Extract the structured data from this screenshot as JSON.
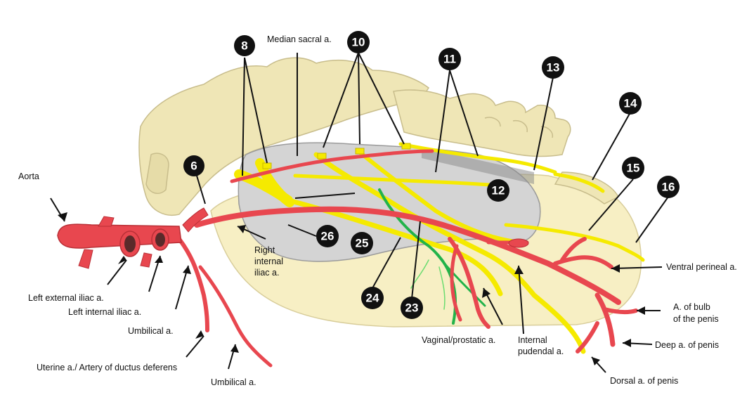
{
  "colors": {
    "artery": "#e8474f",
    "artery_dark": "#b92f36",
    "nerve": "#f5ea00",
    "nerve_edge": "#c9b800",
    "green_nerve": "#22b34a",
    "bone": "#efe6b6",
    "bone_edge": "#c8bd8c",
    "soft_tissue": "#f7efc4",
    "organ": "#d4d4d4",
    "organ_edge": "#9a9a9a",
    "marker": "#111111"
  },
  "labels": {
    "aorta": "Aorta",
    "median_sacral": "Median sacral a.",
    "left_external_iliac": "Left external iliac a.",
    "left_internal_iliac": "Left internal iliac a.",
    "umbilical_1": "Umbilical a.",
    "uterine": "Uterine a./ Artery of ductus deferens",
    "umbilical_2": "Umbilical a.",
    "right_internal_iliac": [
      "Right",
      "internal",
      "iliac a."
    ],
    "vaginal_prostatic": "Vaginal/prostatic a.",
    "internal_pudendal": [
      "Internal",
      "pudendal a."
    ],
    "ventral_perineal": "Ventral perineal a.",
    "bulb_of_penis": [
      "A. of bulb",
      "of the penis"
    ],
    "deep_penis": "Deep a. of penis",
    "dorsal_penis": "Dorsal a. of penis"
  },
  "markers": {
    "m6": "6",
    "m8": "8",
    "m10": "10",
    "m11": "11",
    "m12": "12",
    "m13": "13",
    "m14": "14",
    "m15": "15",
    "m16": "16",
    "m23": "23",
    "m24": "24",
    "m25": "25",
    "m26": "26"
  }
}
